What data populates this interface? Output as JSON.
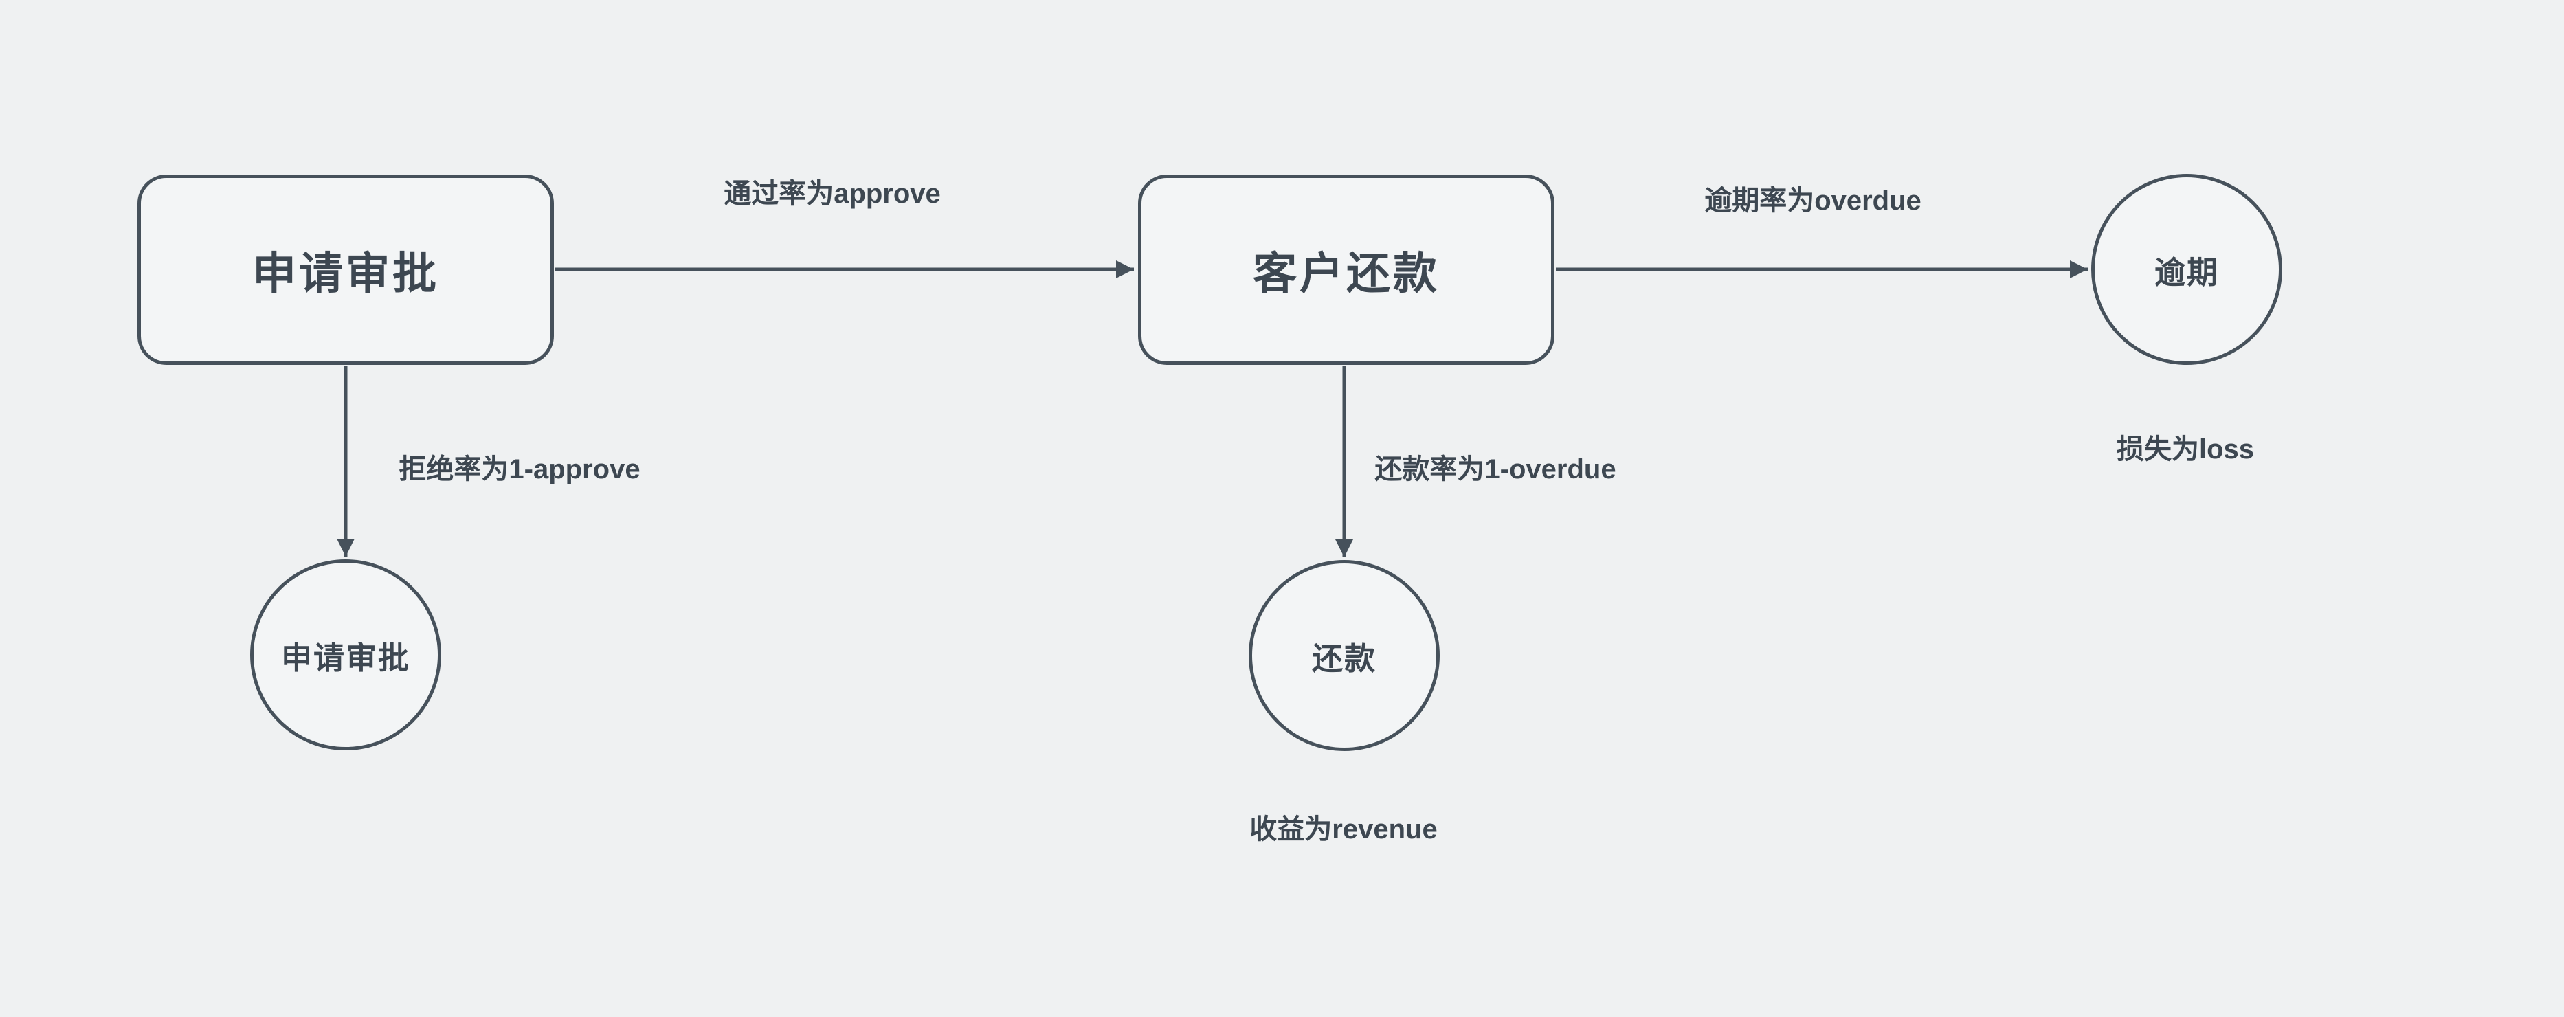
{
  "diagram": {
    "type": "flowchart",
    "background_color": "#eff1f2",
    "stroke_color": "#46515b",
    "text_color": "#3d4751",
    "nodes": [
      {
        "id": "apply-approval",
        "shape": "rounded-rectangle",
        "label": "申请审批"
      },
      {
        "id": "customer-repayment",
        "shape": "rounded-rectangle",
        "label": "客户还款"
      },
      {
        "id": "overdue",
        "shape": "circle",
        "label": "逾期"
      },
      {
        "id": "apply-approval-terminal",
        "shape": "circle",
        "label": "申请审批"
      },
      {
        "id": "repayment-terminal",
        "shape": "circle",
        "label": "还款"
      }
    ],
    "edges": [
      {
        "from": "apply-approval",
        "to": "customer-repayment",
        "label": "通过率为approve"
      },
      {
        "from": "customer-repayment",
        "to": "overdue",
        "label": "逾期率为overdue"
      },
      {
        "from": "apply-approval",
        "to": "apply-approval-terminal",
        "label": "拒绝率为1-approve"
      },
      {
        "from": "customer-repayment",
        "to": "repayment-terminal",
        "label": "还款率为1-overdue"
      }
    ],
    "annotations": [
      {
        "near": "overdue",
        "text": "损失为loss"
      },
      {
        "near": "repayment-terminal",
        "text": "收益为revenue"
      }
    ]
  }
}
